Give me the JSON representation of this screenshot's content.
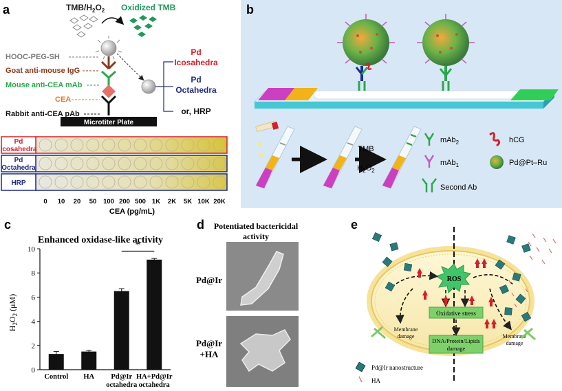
{
  "panels": {
    "a": {
      "letter": "a",
      "tmb": "TMB/H",
      "tmb_sub": "2",
      "tmb_tail": "O",
      "tmb_sub2": "2",
      "oxidized": "Oxidized TMB",
      "labels": [
        "HOOC-PEG-SH",
        "Goat anti-mouse IgG",
        "Mouse anti-CEA mAb",
        "CEA",
        "Rabbit anti-CEA pAb"
      ],
      "label_colors": [
        "#7a7a7a",
        "#8b3a1e",
        "#2aa84a",
        "#e07a2a",
        "#111111"
      ],
      "plate": "Microtiter Plate",
      "options": [
        {
          "line1": "Pd",
          "line2": "Icosahedra",
          "color": "#d4202a"
        },
        {
          "line1": "Pd",
          "line2": "Octahedra",
          "color": "#1f2a80"
        },
        {
          "line1": "or, HRP",
          "line2": "",
          "color": "#111111"
        }
      ],
      "rows": [
        {
          "line1": "Pd",
          "line2": "Icosahedra",
          "color": "#d4202a"
        },
        {
          "line1": "Pd",
          "line2": "Octahedra",
          "color": "#1f2a80"
        },
        {
          "line1": "HRP",
          "line2": "",
          "color": "#1f2a80"
        }
      ],
      "concentrations": [
        "0",
        "10",
        "20",
        "50",
        "100",
        "200",
        "500",
        "1K",
        "2K",
        "5K",
        "10K",
        "20K"
      ],
      "axis_label": "CEA (pg/mL)"
    },
    "b": {
      "letter": "b",
      "tmb": "TMB",
      "h2o2": "H",
      "h2o2_sub": "2",
      "h2o2_mid": "O",
      "h2o2_sub2": "2",
      "legend": [
        {
          "label": "mAb",
          "sub": "2"
        },
        {
          "label": "mAb",
          "sub": "1"
        },
        {
          "label": "Second Ab",
          "sub": ""
        },
        {
          "label": "hCG",
          "sub": ""
        },
        {
          "label": "Pd@Pt–Ru",
          "sub": ""
        }
      ]
    },
    "c": {
      "letter": "c",
      "title": "Enhanced  oxidase-like activity",
      "significance": "*"
    },
    "d": {
      "letter": "d",
      "title_line1": "Potentiated bactericidal",
      "title_line2": "activity",
      "label1": "Pd@Ir",
      "label2_line1": "Pd@Ir",
      "label2_line2": "+HA"
    },
    "e": {
      "letter": "e",
      "ros": "ROS",
      "oxidative": "Oxidative stress",
      "dna": "DNA/Protein/Lipids",
      "dna2": "damage",
      "membrane_left": "Membrane",
      "membrane_left2": "damage",
      "membrane_right": "Membrane",
      "membrane_right2": "damage",
      "legend1": "Pd@Ir nanostructure",
      "legend2": "HA"
    }
  },
  "chart_data": {
    "type": "bar",
    "title": "Enhanced  oxidase-like activity",
    "ylabel": "H2O2 (μM)",
    "ylabel_main": "H",
    "ylabel_sub1": "2",
    "ylabel_mid": "O",
    "ylabel_sub2": "2",
    "ylabel_unit": " (μM)",
    "xlabel": "",
    "ylim": [
      0,
      10
    ],
    "yticks": [
      0,
      2,
      4,
      6,
      8,
      10
    ],
    "categories": [
      {
        "line1": "Control",
        "line2": ""
      },
      {
        "line1": "HA",
        "line2": ""
      },
      {
        "line1": "Pd@Ir",
        "line2": "octahedra"
      },
      {
        "line1": "HA+Pd@Ir",
        "line2": "octahedra"
      }
    ],
    "values": [
      1.3,
      1.5,
      6.5,
      9.1
    ],
    "errors": [
      0.2,
      0.1,
      0.2,
      0.1
    ],
    "bar_color": "#111111"
  }
}
